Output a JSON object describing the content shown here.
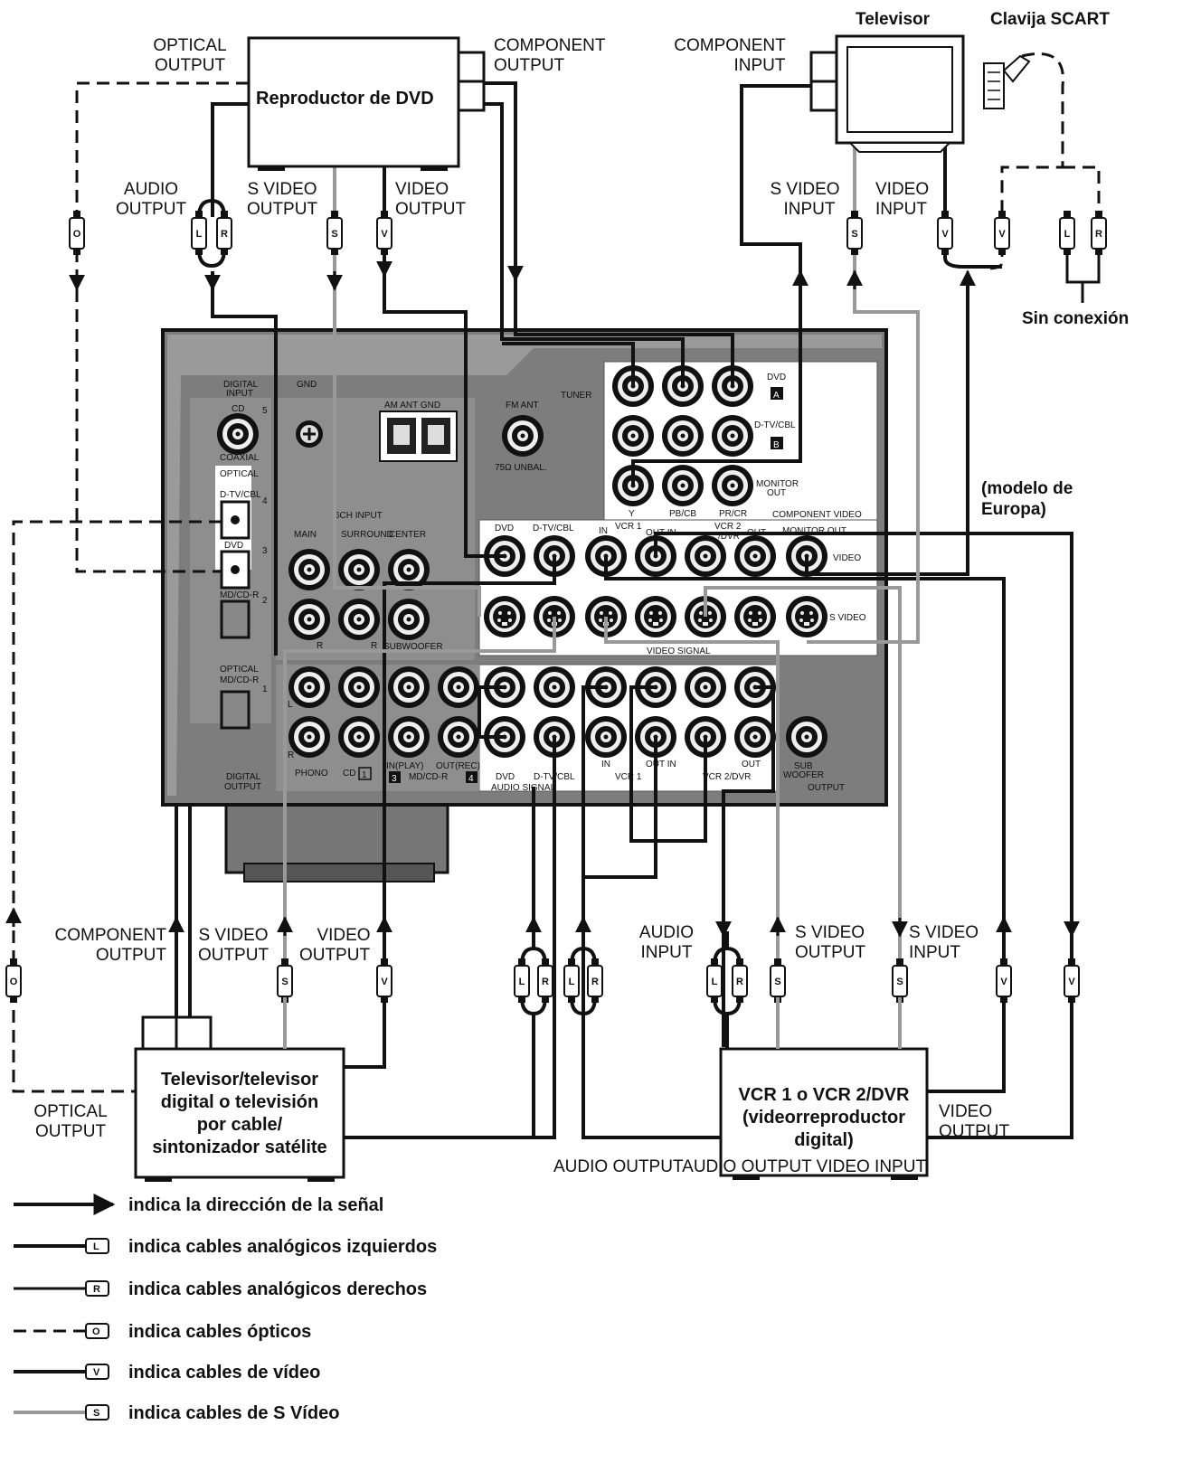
{
  "devices": {
    "dvd_player": "Reproductor de DVD",
    "tv": "Televisor",
    "scart": "Clavija SCART",
    "no_connection": "Sin conexión",
    "europe_model": [
      "(modelo de",
      "Europa)"
    ],
    "tv_tuner": [
      "Televisor/televisor",
      "digital o televisión",
      "por cable/",
      "sintonizador satélite"
    ],
    "vcr": [
      "VCR 1 o VCR 2/DVR",
      "(videorreproductor",
      "digital)"
    ]
  },
  "labels": {
    "dvd_optical_output": [
      "OPTICAL",
      "OUTPUT"
    ],
    "dvd_component_output": [
      "COMPONENT",
      "OUTPUT"
    ],
    "dvd_audio_output": [
      "AUDIO",
      "OUTPUT"
    ],
    "dvd_svideo_output": [
      "S VIDEO",
      "OUTPUT"
    ],
    "dvd_video_output": [
      "VIDEO",
      "OUTPUT"
    ],
    "tv_component_input": [
      "COMPONENT",
      "INPUT"
    ],
    "tv_svideo_input": [
      "S VIDEO",
      "INPUT"
    ],
    "tv_video_input": [
      "VIDEO",
      "INPUT"
    ],
    "tuner_component_output": [
      "COMPONENT",
      "OUTPUT"
    ],
    "tuner_svideo_output": [
      "S VIDEO",
      "OUTPUT"
    ],
    "tuner_video_output": [
      "VIDEO",
      "OUTPUT"
    ],
    "tuner_optical_output": [
      "OPTICAL",
      "OUTPUT"
    ],
    "vcr_audio_input": [
      "AUDIO",
      "INPUT"
    ],
    "vcr_svideo_output": [
      "S VIDEO",
      "OUTPUT"
    ],
    "vcr_svideo_input": [
      "S VIDEO",
      "INPUT"
    ],
    "vcr_video_output": [
      "VIDEO",
      "OUTPUT"
    ],
    "vcr_bottom_row": "AUDIO OUTPUTAUDIO OUTPUT VIDEO INPUT"
  },
  "plug_letters": {
    "optical": "O",
    "left": "L",
    "right": "R",
    "svideo": "S",
    "video": "V"
  },
  "receiver_panel": {
    "digital_input": [
      "DIGITAL",
      "INPUT"
    ],
    "gnd": "GND",
    "cd": "CD",
    "coaxial": "COAXIAL",
    "optical": "OPTICAL",
    "dtv_cbl": "D-TV/CBL",
    "dvd": "DVD",
    "md_cdr": "MD/CD-R",
    "n1": "1",
    "n2": "2",
    "n3": "3",
    "n4": "4",
    "n5": "5",
    "am_ant_gnd": "AM ANT GND",
    "fm_ant": "FM ANT",
    "fm_unbal": "75Ω UNBAL.",
    "tuner": "TUNER",
    "ch6_input": "6CH INPUT",
    "main": "MAIN",
    "surround": "SURROUND",
    "center": "CENTER",
    "subwoofer": "SUBWOOFER",
    "r": "R",
    "l": "L",
    "comp_dvd": "DVD",
    "comp_dvd_box": "A",
    "comp_dtv": "D-TV/CBL",
    "comp_dtv_box": "B",
    "monitor_out": [
      "MONITOR",
      "OUT"
    ],
    "y": "Y",
    "pb": "PB/CB",
    "pr": "PR/CR",
    "component_video": "COMPONENT VIDEO",
    "vid_dvd": "DVD",
    "vid_dtv": "D-TV/CBL",
    "vcr1": "VCR 1",
    "in": "IN",
    "out_in": "OUT IN",
    "vcr2_dvr": [
      "VCR 2",
      "/DVR"
    ],
    "out": "OUT",
    "monitor_out_2": "MONITOR OUT",
    "video": "VIDEO",
    "s_video": "S VIDEO",
    "video_signal": "VIDEO SIGNAL",
    "phono": "PHONO",
    "cd_box": "1",
    "in_play": "IN(PLAY)",
    "out_rec": "OUT(REC)",
    "md_box": "3",
    "md_box2": "4",
    "digital_output": [
      "DIGITAL",
      "OUTPUT"
    ],
    "audio_signal": "AUDIO SIGNAL",
    "a_dvd": "DVD",
    "a_dtv": "D-TV/CBL",
    "a_vcr1": "VCR 1",
    "a_vcr2": "VCR 2/DVR",
    "a_in": "IN",
    "a_out_in": "OUT IN",
    "a_out": "OUT",
    "sub_woofer": [
      "SUB",
      "WOOFER"
    ],
    "output": "OUTPUT"
  },
  "legend": [
    "indica la dirección de la señal",
    "indica cables analógicos izquierdos",
    "indica cables analógicos derechos",
    "indica cables ópticos",
    "indica cables de vídeo",
    "indica cables de S Vídeo"
  ]
}
